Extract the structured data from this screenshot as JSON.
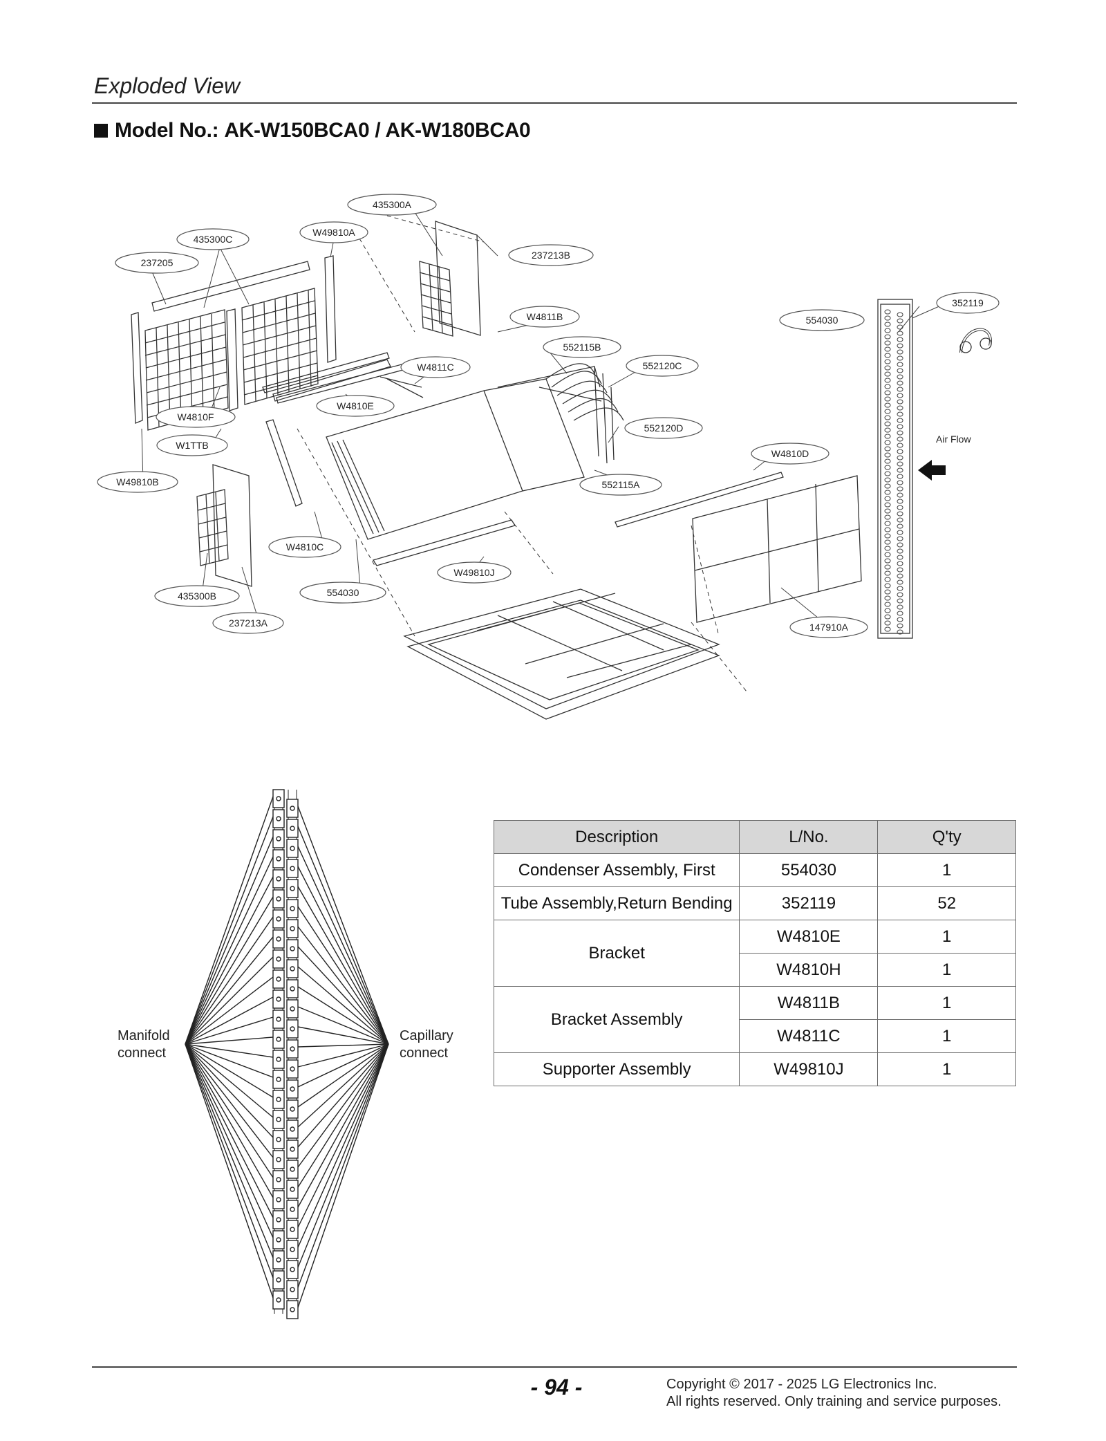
{
  "header": {
    "section_title": "Exploded View",
    "model_label": "Model No.:",
    "model_value": "AK-W150BCA0 / AK-W180BCA0"
  },
  "exploded_view": {
    "callouts": [
      "435300A",
      "W49810A",
      "435300C",
      "237213B",
      "237205",
      "352119",
      "W4811B",
      "554030",
      "552115B",
      "W4811C",
      "552120C",
      "W4810E",
      "W4810F",
      "552120D",
      "W1TTB",
      "W4810D",
      "Air Flow",
      "W49810B",
      "552115A",
      "W4810C",
      "W49810J",
      "435300B",
      "554030",
      "237213A",
      "147910A"
    ]
  },
  "manifold_diagram": {
    "left_label_line1": "Manifold",
    "left_label_line2": "connect",
    "right_label_line1": "Capillary",
    "right_label_line2": "connect"
  },
  "parts_table": {
    "headers": [
      "Description",
      "L/No.",
      "Q'ty"
    ],
    "rows": [
      {
        "description": "Condenser Assembly, First",
        "lno": "554030",
        "qty": "1"
      },
      {
        "description": "Tube Assembly,Return Bending",
        "lno": "352119",
        "qty": "52"
      },
      {
        "description": "Bracket",
        "lno": "W4810E",
        "qty": "1"
      },
      {
        "description": "",
        "lno": "W4810H",
        "qty": "1"
      },
      {
        "description": "Bracket Assembly",
        "lno": "W4811B",
        "qty": "1"
      },
      {
        "description": "",
        "lno": "W4811C",
        "qty": "1"
      },
      {
        "description": "Supporter Assembly",
        "lno": "W49810J",
        "qty": "1"
      }
    ]
  },
  "footer": {
    "page_number": "- 94 -",
    "copyright_line1": "Copyright © 2017 - 2025 LG Electronics Inc.",
    "copyright_line2": "All rights reserved. Only training and service purposes."
  }
}
